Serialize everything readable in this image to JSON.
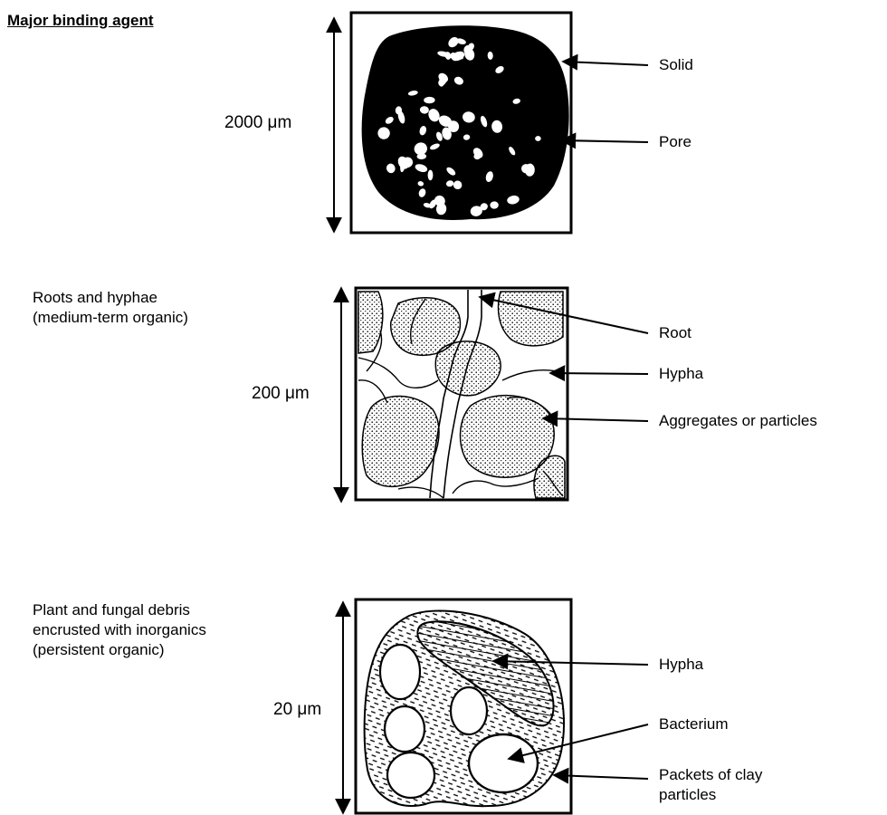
{
  "heading": "Major binding agent",
  "levels": [
    {
      "scale": "2000 μm",
      "labels": [
        "Solid",
        "Pore"
      ]
    },
    {
      "title_lines": [
        "Roots and hyphae",
        "(medium-term organic)"
      ],
      "scale": "200 μm",
      "labels": [
        "Root",
        "Hypha",
        "Aggregates or particles"
      ]
    },
    {
      "title_lines": [
        "Plant and fungal debris",
        "encrusted with inorganics",
        "(persistent organic)"
      ],
      "scale": "20 μm",
      "labels": [
        "Hypha",
        "Bacterium"
      ],
      "label_multiline": [
        "Packets of clay",
        "particles"
      ]
    }
  ]
}
